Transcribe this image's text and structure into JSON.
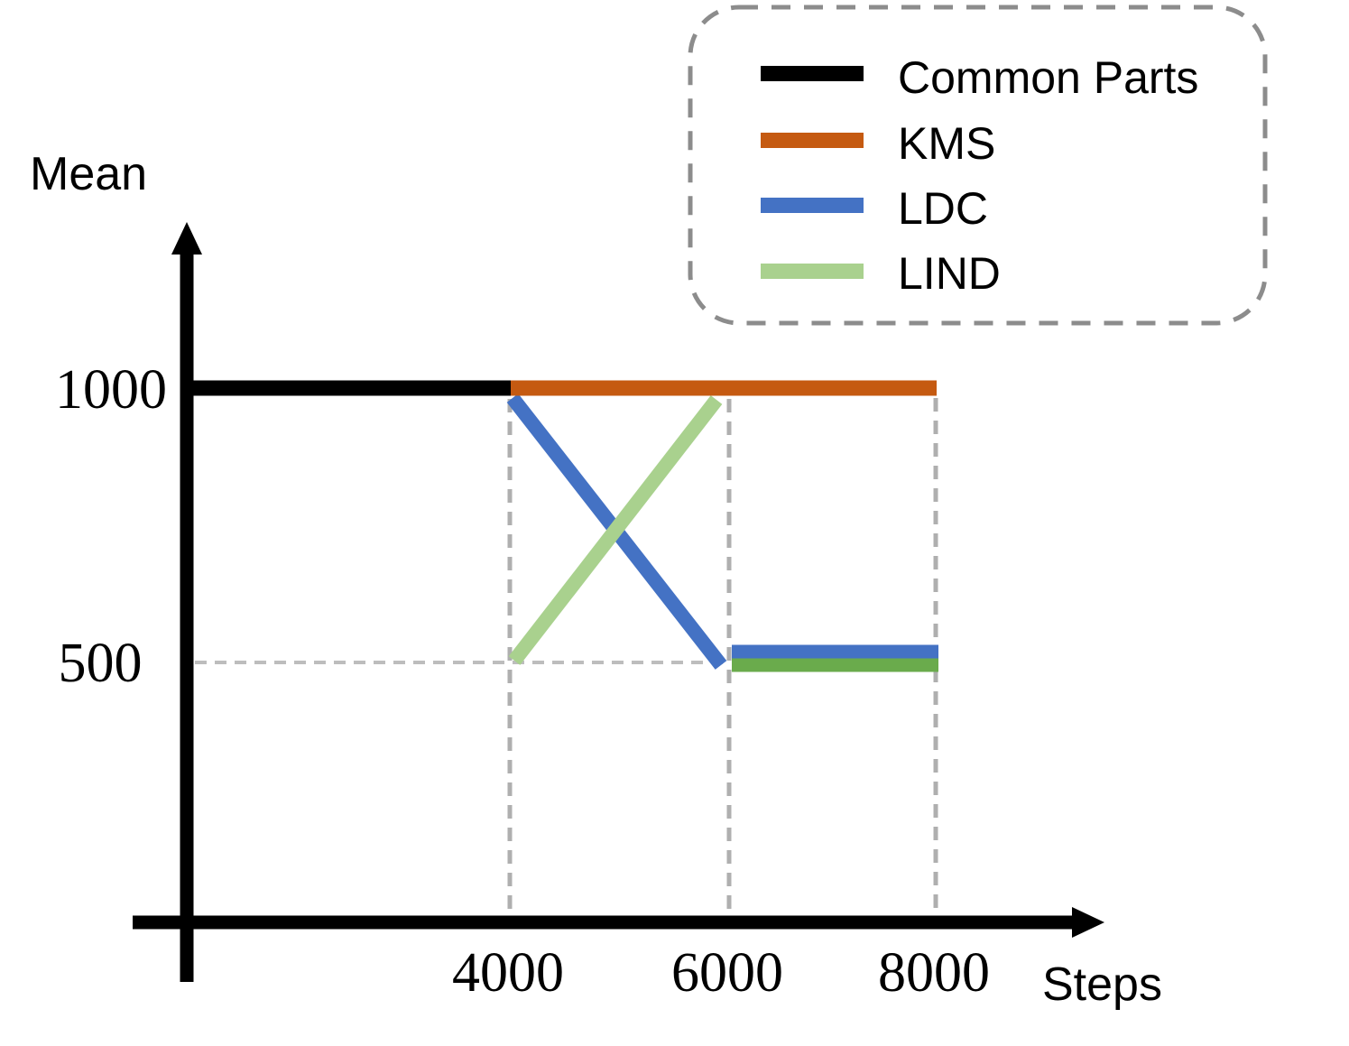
{
  "figure": {
    "kind": "schematic line chart"
  },
  "colors": {
    "common_parts": "#000000",
    "kms": "#C55A11",
    "ldc": "#4472C4",
    "lind": "#A9D18E",
    "lind_flat": "#6AAB4C",
    "axis": "#000000",
    "gridline_vertical": "#AFAFAF",
    "gridline_horizontal": "#BDBDBD",
    "legend_border": "#8C8C8C"
  },
  "axes": {
    "y_label": "Mean",
    "x_label": "Steps",
    "y_tick_labels": [
      "1000",
      "500"
    ],
    "x_tick_labels": [
      "4000",
      "6000",
      "8000"
    ]
  },
  "legend": {
    "items": [
      {
        "label": "Common Parts",
        "color": "#000000"
      },
      {
        "label": "KMS",
        "color": "#C55A11"
      },
      {
        "label": "LDC",
        "color": "#4472C4"
      },
      {
        "label": "LIND",
        "color": "#A9D18E"
      }
    ]
  },
  "chart_data": {
    "type": "line",
    "title": "",
    "xlabel": "Steps",
    "ylabel": "Mean",
    "x_ticks": [
      4000,
      6000,
      8000
    ],
    "y_ticks": [
      500,
      1000
    ],
    "xlim": [
      0,
      9000
    ],
    "ylim": [
      0,
      1300
    ],
    "grid": "dashed gray reference lines at x=4000, x=6000, x=8000 and y=500",
    "legend_position": "top-right, dashed rounded box",
    "series": [
      {
        "name": "Common Parts",
        "segments": [
          {
            "color": "#000000",
            "points": [
              [
                0,
                1000
              ],
              [
                4000,
                1000
              ]
            ]
          }
        ]
      },
      {
        "name": "KMS",
        "segments": [
          {
            "color": "#C55A11",
            "points": [
              [
                4000,
                1000
              ],
              [
                8000,
                1000
              ]
            ]
          }
        ]
      },
      {
        "name": "LDC",
        "segments": [
          {
            "color": "#4472C4",
            "points": [
              [
                4000,
                1000
              ],
              [
                6000,
                500
              ]
            ]
          },
          {
            "color": "#4472C4",
            "points": [
              [
                6000,
                520
              ],
              [
                8000,
                520
              ]
            ]
          }
        ]
      },
      {
        "name": "LIND",
        "segments": [
          {
            "color": "#A9D18E",
            "points": [
              [
                4000,
                500
              ],
              [
                6000,
                1000
              ]
            ]
          },
          {
            "color": "#6AAB4C",
            "points": [
              [
                6000,
                500
              ],
              [
                8000,
                500
              ]
            ]
          }
        ]
      }
    ]
  }
}
